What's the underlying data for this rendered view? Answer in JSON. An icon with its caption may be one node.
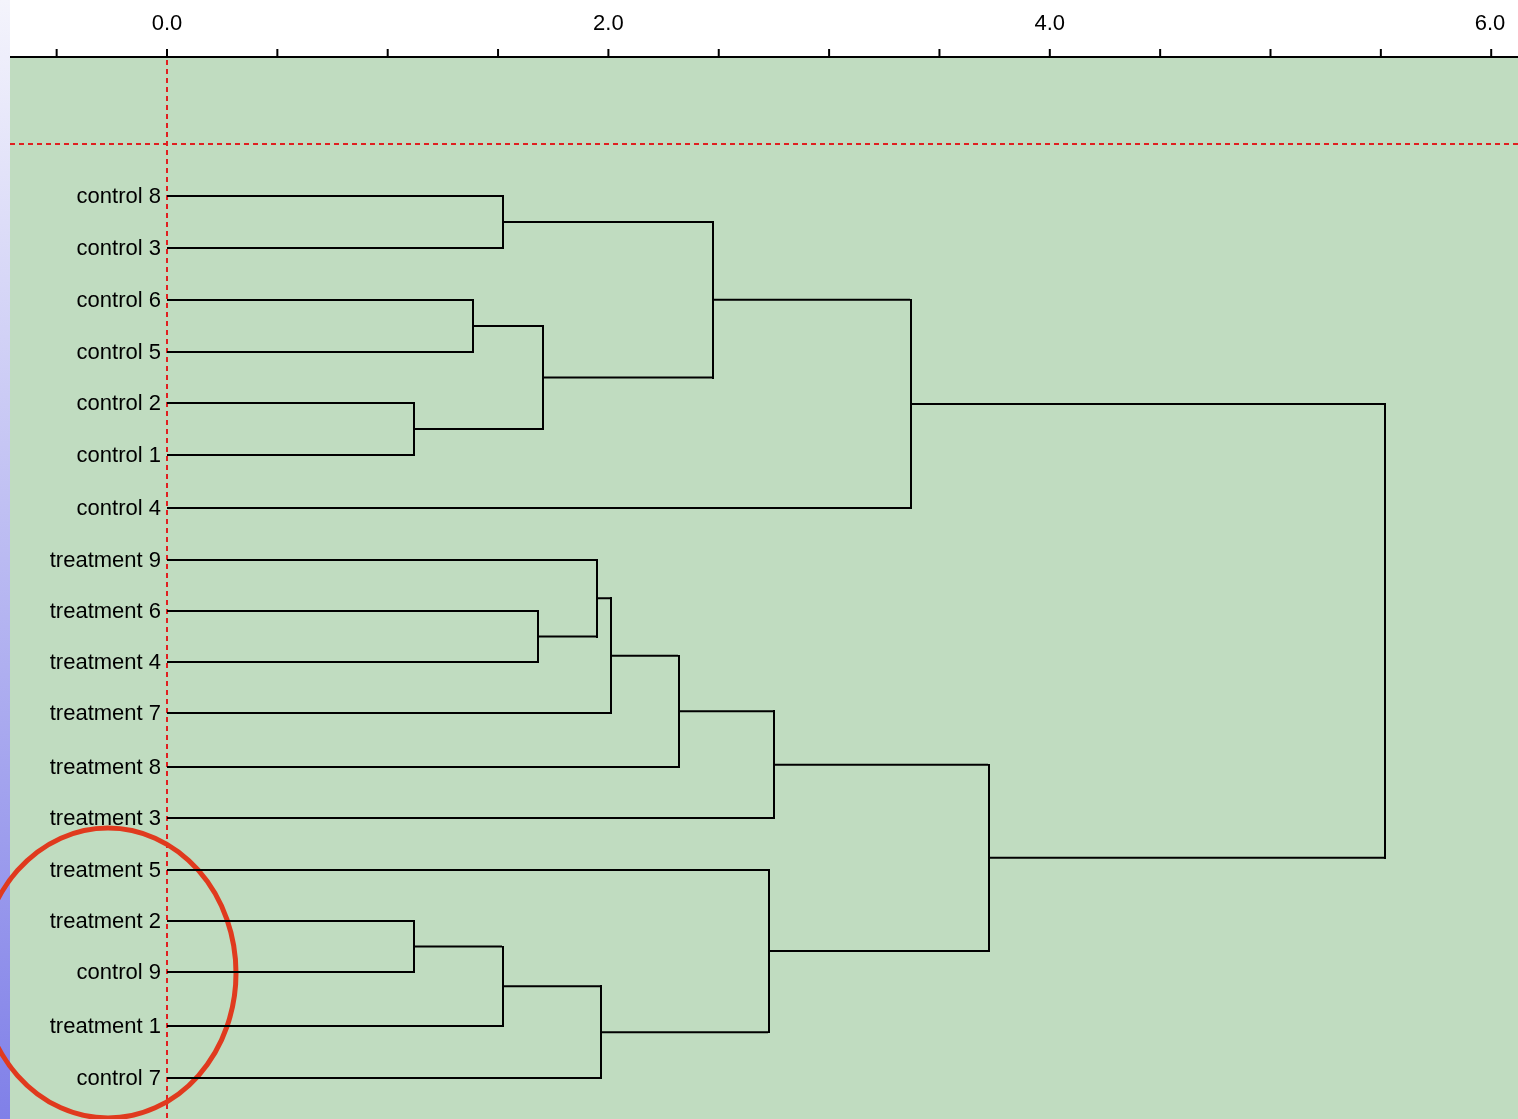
{
  "diagram": {
    "nodes": [
      {
        "text": [
          "control 8"
        ]
      },
      {
        "text": [
          "control 3"
        ]
      },
      {
        "text": [
          "control 6"
        ]
      },
      {
        "text": [
          "control 5"
        ]
      },
      {
        "text": [
          "control 2"
        ]
      },
      {
        "text": [
          "control 1"
        ]
      },
      {
        "text": [
          "control 4"
        ]
      },
      {
        "text": [
          "treatment 9"
        ]
      },
      {
        "text": [
          "treatment 6"
        ]
      },
      {
        "text": [
          "treatment 4"
        ]
      },
      {
        "text": [
          "treatment 7"
        ]
      },
      {
        "text": [
          "treatment 8"
        ]
      },
      {
        "text": [
          "treatment 3"
        ]
      },
      {
        "text": [
          "treatment 5"
        ]
      },
      {
        "text": [
          "treatment 2"
        ]
      },
      {
        "text": [
          "control 9"
        ]
      },
      {
        "text": [
          "treatment 1"
        ]
      },
      {
        "text": [
          "control 7"
        ]
      },
      {
        "text": [],
        "shape": "bar"
      },
      {
        "text": [],
        "shape": "bar"
      },
      {
        "text": [],
        "shape": "bar"
      },
      {
        "text": [],
        "shape": "bar"
      },
      {
        "text": [],
        "shape": "bar"
      },
      {
        "text": [],
        "shape": "bar"
      },
      {
        "text": [],
        "shape": "bar"
      },
      {
        "text": [],
        "shape": "bar"
      },
      {
        "text": [],
        "shape": "bar"
      },
      {
        "text": [],
        "shape": "bar"
      },
      {
        "text": [],
        "shape": "bar"
      },
      {
        "text": [],
        "shape": "bar"
      },
      {
        "text": [],
        "shape": "bar"
      },
      {
        "text": [],
        "shape": "bar"
      },
      {
        "text": [],
        "shape": "bar"
      },
      {
        "text": [],
        "shape": "bar"
      },
      {
        "text": [],
        "shape": "bar"
      }
    ],
    "edges": [
      {
        "from": 0,
        "to": 18,
        "arrow": "none"
      },
      {
        "from": 1,
        "to": 18,
        "arrow": "none"
      },
      {
        "from": 2,
        "to": 19,
        "arrow": "none"
      },
      {
        "from": 3,
        "to": 19,
        "arrow": "none"
      },
      {
        "from": 4,
        "to": 20,
        "arrow": "none"
      },
      {
        "from": 5,
        "to": 20,
        "arrow": "none"
      },
      {
        "from": 19,
        "to": 21,
        "arrow": "none"
      },
      {
        "from": 20,
        "to": 21,
        "arrow": "none"
      },
      {
        "from": 18,
        "to": 22,
        "arrow": "none"
      },
      {
        "from": 21,
        "to": 22,
        "arrow": "none"
      },
      {
        "from": 22,
        "to": 23,
        "arrow": "none"
      },
      {
        "from": 6,
        "to": 23,
        "arrow": "none"
      },
      {
        "from": 8,
        "to": 24,
        "arrow": "none"
      },
      {
        "from": 9,
        "to": 24,
        "arrow": "none"
      },
      {
        "from": 7,
        "to": 25,
        "arrow": "none"
      },
      {
        "from": 24,
        "to": 25,
        "arrow": "none"
      },
      {
        "from": 25,
        "to": 26,
        "arrow": "none"
      },
      {
        "from": 10,
        "to": 26,
        "arrow": "none"
      },
      {
        "from": 26,
        "to": 27,
        "arrow": "none"
      },
      {
        "from": 11,
        "to": 27,
        "arrow": "none"
      },
      {
        "from": 27,
        "to": 28,
        "arrow": "none"
      },
      {
        "from": 12,
        "to": 28,
        "arrow": "none"
      },
      {
        "from": 14,
        "to": 29,
        "arrow": "none"
      },
      {
        "from": 15,
        "to": 29,
        "arrow": "none"
      },
      {
        "from": 29,
        "to": 30,
        "arrow": "none"
      },
      {
        "from": 16,
        "to": 30,
        "arrow": "none"
      },
      {
        "from": 30,
        "to": 31,
        "arrow": "none"
      },
      {
        "from": 17,
        "to": 31,
        "arrow": "none"
      },
      {
        "from": 13,
        "to": 32,
        "arrow": "none"
      },
      {
        "from": 31,
        "to": 32,
        "arrow": "none"
      },
      {
        "from": 28,
        "to": 33,
        "arrow": "none"
      },
      {
        "from": 32,
        "to": 33,
        "arrow": "none"
      },
      {
        "from": 23,
        "to": 34,
        "arrow": "none"
      },
      {
        "from": 33,
        "to": 34,
        "arrow": "none"
      }
    ],
    "labels": [
      "0.0",
      "2.0",
      "4.0",
      "6.0"
    ]
  }
}
